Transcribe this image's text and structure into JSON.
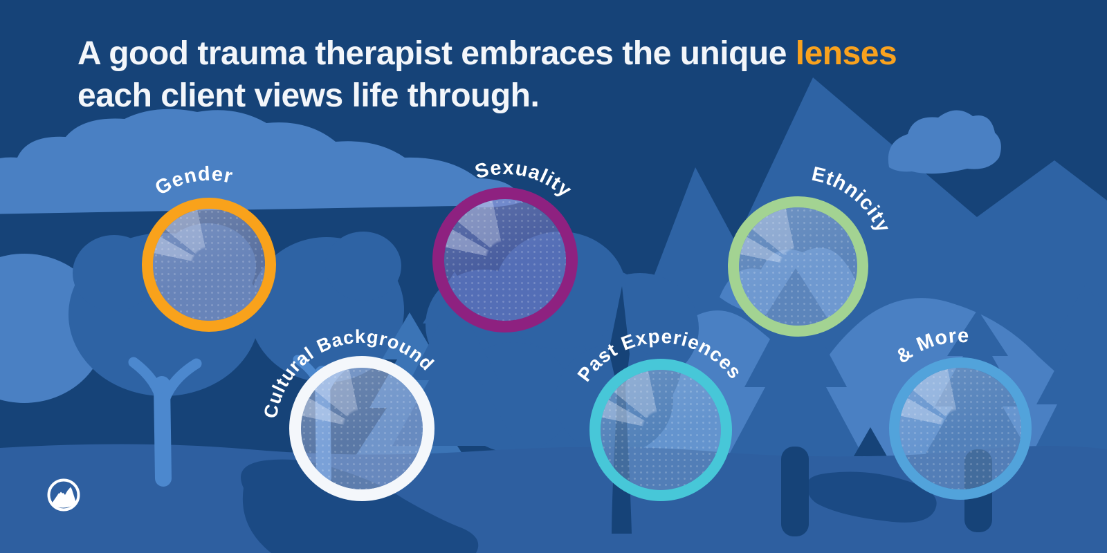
{
  "headline": {
    "line1_before": "A good trauma therapist embraces the unique ",
    "highlight": "lenses",
    "highlight_color": "#F9A21E",
    "line2": "each client views life through."
  },
  "lenses": [
    {
      "label": "Gender",
      "ring_color": "#F9A21B"
    },
    {
      "label": "Sexuality",
      "ring_color": "#8E2180"
    },
    {
      "label": "Ethnicity",
      "ring_color": "#A3D392"
    },
    {
      "label": "Cultural Background",
      "ring_color": "#F4F7FB"
    },
    {
      "label": "Past Experiences",
      "ring_color": "#47C7D8"
    },
    {
      "label": "& More",
      "ring_color": "#52A3DB"
    }
  ],
  "logo": {
    "icon": "mountain-in-circle-logo"
  },
  "palette": {
    "background_navy": "#164378",
    "mid_blue": "#2E63A4",
    "light_blue": "#4A80C3",
    "ground_blue": "#2E5FA0",
    "accent_orange": "#F9A21E"
  }
}
